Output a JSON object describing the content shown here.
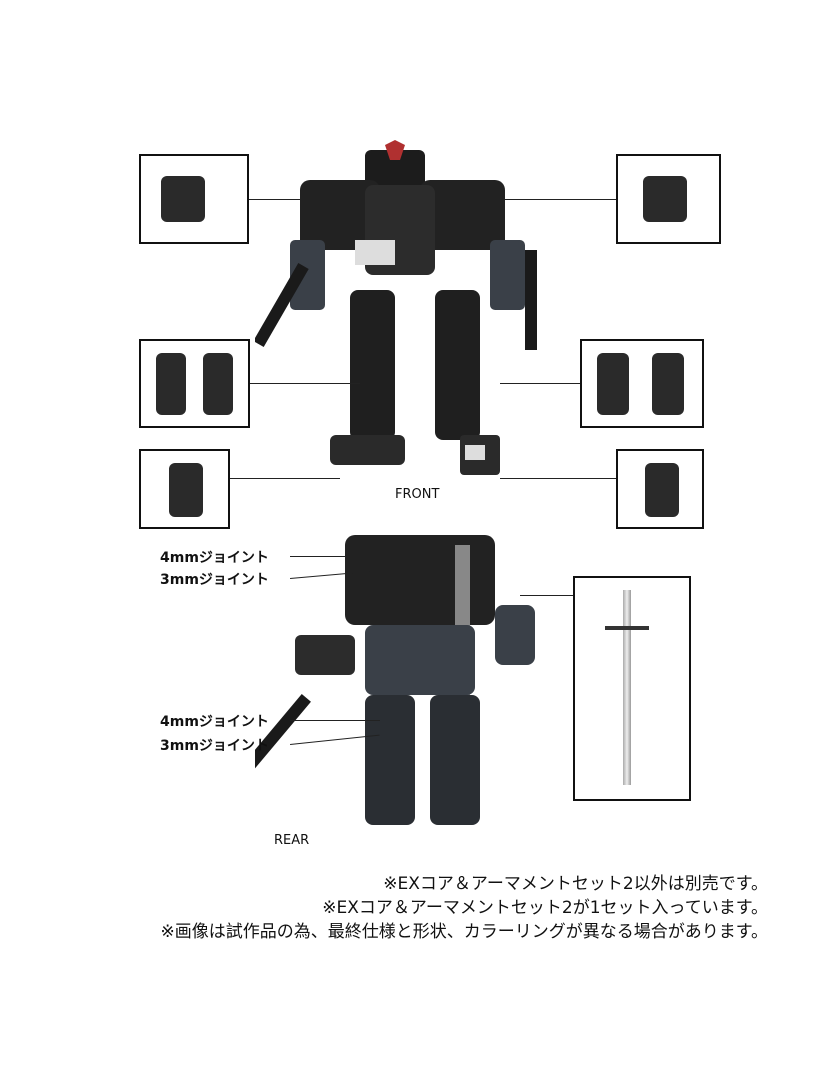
{
  "labels": {
    "front": "FRONT",
    "rear": "REAR",
    "joint_4mm": "4mmジョイント",
    "joint_3mm": "3mmジョイント"
  },
  "notes": [
    "※EXコア＆アーマメントセット2以外は別売です。",
    "※EXコア＆アーマメントセット2が1セット入っています。",
    "※画像は試作品の為、最終仕様と形状、カラーリングが異なる場合があります。"
  ]
}
